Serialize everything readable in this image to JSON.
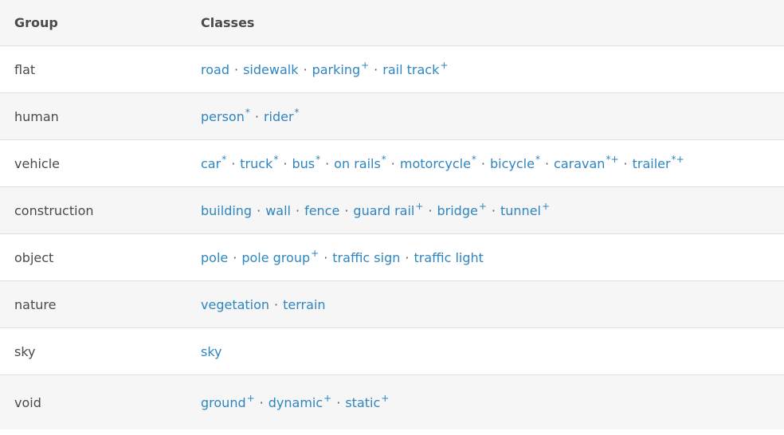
{
  "header": {
    "group": "Group",
    "classes": "Classes"
  },
  "separator": "·",
  "colors": {
    "link": "#2e86c1",
    "text": "#4a4a4a",
    "stripe": "#f6f6f6",
    "border": "#dedede"
  },
  "rows": [
    {
      "group": "flat",
      "classes": [
        {
          "name": "road",
          "mark": ""
        },
        {
          "name": "sidewalk",
          "mark": ""
        },
        {
          "name": "parking",
          "mark": "+"
        },
        {
          "name": "rail track",
          "mark": "+"
        }
      ]
    },
    {
      "group": "human",
      "classes": [
        {
          "name": "person",
          "mark": "*"
        },
        {
          "name": "rider",
          "mark": "*"
        }
      ]
    },
    {
      "group": "vehicle",
      "classes": [
        {
          "name": "car",
          "mark": "*"
        },
        {
          "name": "truck",
          "mark": "*"
        },
        {
          "name": "bus",
          "mark": "*"
        },
        {
          "name": "on rails",
          "mark": "*"
        },
        {
          "name": "motorcycle",
          "mark": "*"
        },
        {
          "name": "bicycle",
          "mark": "*"
        },
        {
          "name": "caravan",
          "mark": "*+"
        },
        {
          "name": "trailer",
          "mark": "*+"
        }
      ]
    },
    {
      "group": "construction",
      "classes": [
        {
          "name": "building",
          "mark": ""
        },
        {
          "name": "wall",
          "mark": ""
        },
        {
          "name": "fence",
          "mark": ""
        },
        {
          "name": "guard rail",
          "mark": "+"
        },
        {
          "name": "bridge",
          "mark": "+"
        },
        {
          "name": "tunnel",
          "mark": "+"
        }
      ]
    },
    {
      "group": "object",
      "classes": [
        {
          "name": "pole",
          "mark": ""
        },
        {
          "name": "pole group",
          "mark": "+"
        },
        {
          "name": "traffic sign",
          "mark": ""
        },
        {
          "name": "traffic light",
          "mark": ""
        }
      ]
    },
    {
      "group": "nature",
      "classes": [
        {
          "name": "vegetation",
          "mark": ""
        },
        {
          "name": "terrain",
          "mark": ""
        }
      ]
    },
    {
      "group": "sky",
      "classes": [
        {
          "name": "sky",
          "mark": ""
        }
      ]
    },
    {
      "group": "void",
      "classes": [
        {
          "name": "ground",
          "mark": "+"
        },
        {
          "name": "dynamic",
          "mark": "+"
        },
        {
          "name": "static",
          "mark": "+"
        }
      ]
    }
  ]
}
